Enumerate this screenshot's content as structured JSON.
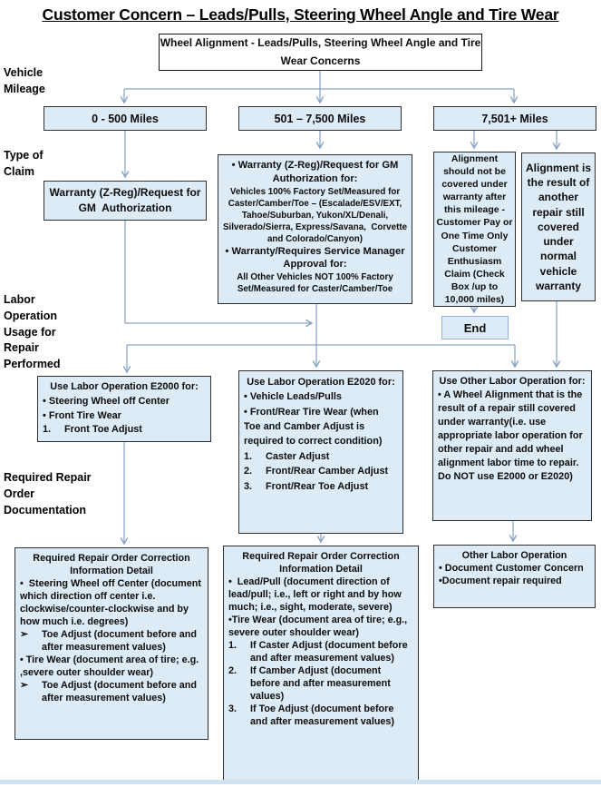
{
  "colors": {
    "box_fill": "#dcebf5",
    "box_border": "#2f2f2f",
    "end_border": "#95b3d7",
    "arrow": "#89a4c7",
    "text": "#0d0d0d",
    "bottom_strip": "#cfe3f2"
  },
  "title": "Customer Concern – Leads/Pulls, Steering Wheel Angle and Tire Wear",
  "row_labels": {
    "mileage": "Vehicle Mileage",
    "claim": "Type of Claim",
    "labor": "Labor Operation Usage for Repair Performed",
    "documentation": "Required Repair Order Documentation"
  },
  "top_box": "Wheel Alignment - Leads/Pulls, Steering Wheel Angle and Tire Wear Concerns",
  "mileage": [
    "0 - 500 Miles",
    "501 – 7,500 Miles",
    "7,501+ Miles"
  ],
  "claim_left": "Warranty (Z-Reg)/Request for GM  Authorization",
  "claim_mid": {
    "h1": "• Warranty (Z-Reg)/Request for GM Authorization for:",
    "b1": "Vehicles 100% Factory Set/Measured for Caster/Camber/Toe – (Escalade/ESV/EXT, Tahoe/Suburban, Yukon/XL/Denali, Silverado/Sierra, Express/Savana,  Corvette and Colorado/Canyon)",
    "h2": "• Warranty/Requires Service Manager Approval for:",
    "b2": "All Other Vehicles NOT 100% Factory Set/Measured for Caster/Camber/Toe"
  },
  "claim_right1": "Alignment should not be covered under warranty after this mileage - Customer Pay or  One Time Only Customer Enthusiasm Claim (Check Box /up to 10,000 miles)",
  "claim_right2": "Alignment is the result of another repair still covered under normal vehicle warranty",
  "end_label": "End",
  "labor_left": {
    "heading": "Use Labor Operation E2000 for:",
    "lines": [
      {
        "m": "",
        "t": "• Steering Wheel off Center"
      },
      {
        "m": "",
        "t": "• Front Tire Wear"
      },
      {
        "m": "1.",
        "t": "Front Toe Adjust"
      }
    ]
  },
  "labor_mid": {
    "heading": "Use Labor Operation E2020 for:",
    "lines": [
      {
        "m": "",
        "t": "• Vehicle Leads/Pulls"
      },
      {
        "m": "",
        "t": "• Front/Rear Tire Wear (when Toe and Camber Adjust is required to correct condition)"
      },
      {
        "m": "1.",
        "t": "Caster Adjust"
      },
      {
        "m": "2.",
        "t": "Front/Rear Camber Adjust"
      },
      {
        "m": "3.",
        "t": "Front/Rear Toe Adjust"
      }
    ]
  },
  "labor_right": {
    "heading": "Use Other Labor Operation for:",
    "lines": [
      {
        "m": "",
        "t": "• A Wheel Alignment that is the result of a repair still covered under warranty(i.e. use appropriate labor operation for other repair and add wheel alignment labor time to repair. Do NOT use E2000 or E2020)"
      }
    ]
  },
  "doc_left": {
    "heading": "Required Repair Order Correction Information Detail",
    "lines": [
      {
        "m": "",
        "t": "•  Steering Wheel off Center (document which direction off center i.e. clockwise/counter-clockwise and by how much i.e. degrees)"
      },
      {
        "m": "➢",
        "t": "Toe Adjust (document before and after measurement values)"
      },
      {
        "m": "",
        "t": "• Tire Wear (document area of tire; e.g. ,severe outer shoulder wear)"
      },
      {
        "m": "➢",
        "t": "Toe Adjust (document before and after measurement values)"
      }
    ]
  },
  "doc_mid": {
    "heading": "Required Repair Order Correction Information Detail",
    "lines": [
      {
        "m": "",
        "t": "•  Lead/Pull (document direction of lead/pull; i.e., left or right and by how much; i.e., sight, moderate, severe)"
      },
      {
        "m": "",
        "t": "•Tire Wear (document area of tire; e.g., severe outer shoulder wear)"
      },
      {
        "m": "1.",
        "t": "If Caster Adjust (document before and after measurement values)"
      },
      {
        "m": "2.",
        "t": "If Camber Adjust (document before and after measurement values)"
      },
      {
        "m": "3.",
        "t": "If Toe Adjust (document before and after measurement values)"
      }
    ]
  },
  "doc_right": {
    "heading": "Other Labor Operation",
    "lines": [
      {
        "m": "",
        "t": "• Document Customer Concern"
      },
      {
        "m": "",
        "t": "•Document repair required"
      }
    ]
  }
}
